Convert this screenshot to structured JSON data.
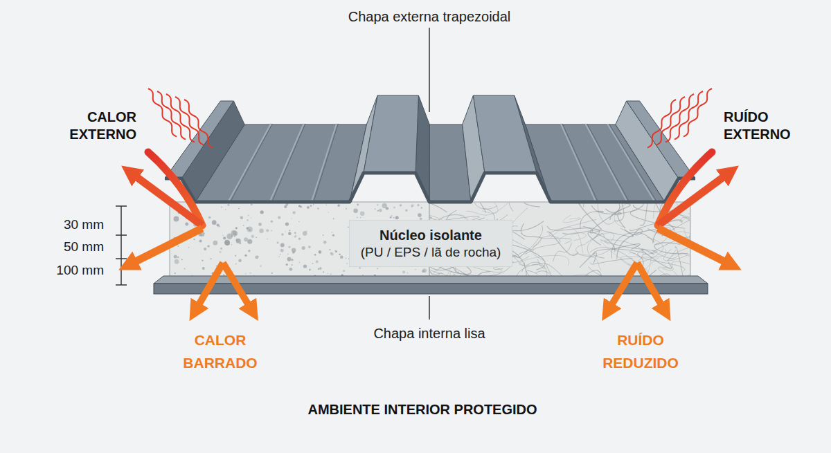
{
  "diagram": {
    "caption": "AMBIENTE INTERIOR PROTEGIDO",
    "nodes": [
      {
        "text": [
          "Núcleo isolante",
          "(PU / EPS / lã de rocha)"
        ]
      }
    ],
    "labels": [
      "Chapa externa trapezoidal",
      "CALOR EXTERNO",
      "RUÍDO EXTERNO",
      "30 mm",
      "50 mm",
      "100 mm",
      "Chapa interna lisa",
      "CALOR BARRADO",
      "RUÍDO REDUZIDO"
    ]
  }
}
